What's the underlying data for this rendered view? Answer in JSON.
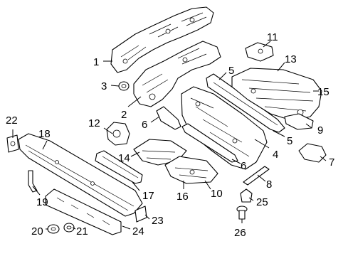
{
  "diagram": {
    "callouts": [
      {
        "id": "1",
        "text": "1"
      },
      {
        "id": "2",
        "text": "2"
      },
      {
        "id": "3",
        "text": "3"
      },
      {
        "id": "4",
        "text": "4"
      },
      {
        "id": "5a",
        "text": "5"
      },
      {
        "id": "5b",
        "text": "5"
      },
      {
        "id": "6a",
        "text": "6"
      },
      {
        "id": "6b",
        "text": "6"
      },
      {
        "id": "7",
        "text": "7"
      },
      {
        "id": "8",
        "text": "8"
      },
      {
        "id": "9",
        "text": "9"
      },
      {
        "id": "10",
        "text": "10"
      },
      {
        "id": "11",
        "text": "11"
      },
      {
        "id": "12",
        "text": "12"
      },
      {
        "id": "13",
        "text": "13"
      },
      {
        "id": "14",
        "text": "14"
      },
      {
        "id": "15",
        "text": "15"
      },
      {
        "id": "16",
        "text": "16"
      },
      {
        "id": "17",
        "text": "17"
      },
      {
        "id": "18",
        "text": "18"
      },
      {
        "id": "19",
        "text": "19"
      },
      {
        "id": "20",
        "text": "20"
      },
      {
        "id": "21",
        "text": "21"
      },
      {
        "id": "22",
        "text": "22"
      },
      {
        "id": "23",
        "text": "23"
      },
      {
        "id": "24",
        "text": "24"
      },
      {
        "id": "25",
        "text": "25"
      },
      {
        "id": "26",
        "text": "26"
      }
    ]
  }
}
